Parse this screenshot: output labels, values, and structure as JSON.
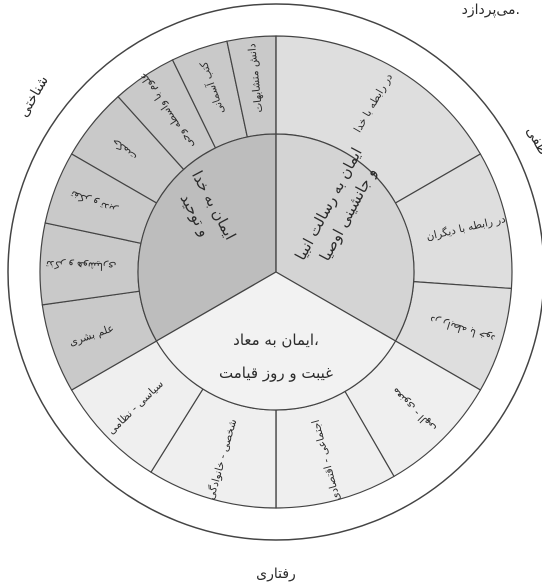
{
  "top_fragment": "می‌پردازد.",
  "dimensions": {
    "cognitive": "شناختی",
    "emotional": "عاطفی",
    "behavioral": "رفتاری"
  },
  "center": {
    "tawhid_line1": "ایمان به خدا",
    "tawhid_line2": "و توحید",
    "prophethood_line1": "ایمان به رسالت انبیا",
    "prophethood_line2": "و جانشینی اوصیا",
    "resurrection_line1": "ایمان به معاد،",
    "resurrection_line2": "غیبت و روز قیامت"
  },
  "outer_sectors": [
    "دانش متشابهات",
    "کتب آسمانی",
    "علوم با واسطه وحی",
    "حکمت",
    "تفکر و تدبر",
    "تذکر و هوشیاری",
    "علم بشری",
    "در رابطه با خدا",
    "در رابطه با دیگران",
    "در رابطه با خود",
    "معنوی - الهی",
    "اجتماعی - اقتصادی",
    "شخصی - خانوادگی",
    "سیاسی - نظامی"
  ],
  "colors": {
    "cognitive_fill": "#c9c9c9",
    "emotional_fill": "#dedede",
    "behavioral_fill": "#efefef",
    "inner_cognitive": "#bdbdbd",
    "inner_emotional": "#d4d4d4",
    "inner_behavioral": "#f2f2f2",
    "outer_ring": "#ffffff",
    "stroke": "#444444",
    "watermark": "#d9c3bd"
  }
}
